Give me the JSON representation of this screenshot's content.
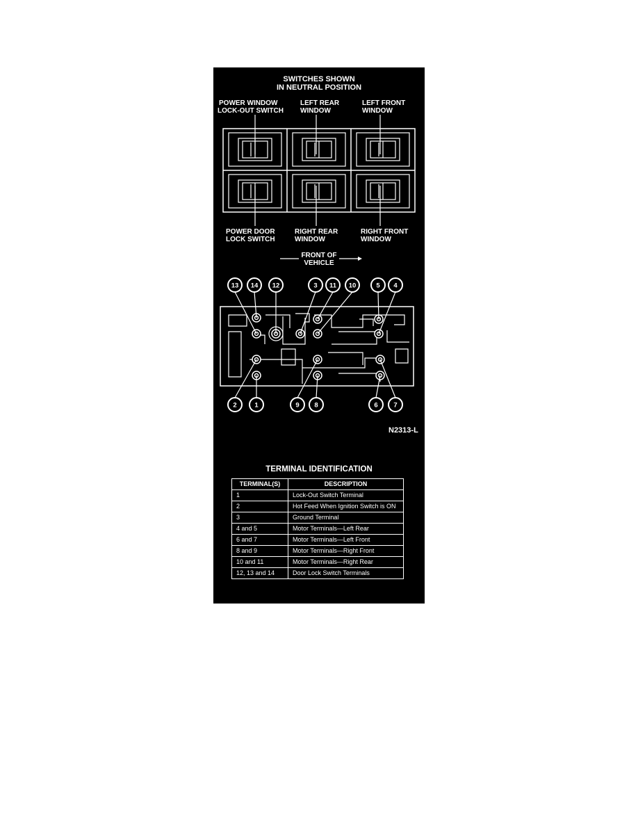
{
  "title_lines": [
    "SWITCHES SHOWN",
    "IN NEUTRAL POSITION"
  ],
  "switch_labels": {
    "power_window_lockout": [
      "POWER WINDOW",
      "LOCK-OUT SWITCH"
    ],
    "left_rear": [
      "LEFT REAR",
      "WINDOW"
    ],
    "left_front": [
      "LEFT FRONT",
      "WINDOW"
    ],
    "power_door_lock": [
      "POWER DOOR",
      "LOCK SWITCH"
    ],
    "right_rear": [
      "RIGHT REAR",
      "WINDOW"
    ],
    "right_front": [
      "RIGHT FRONT",
      "WINDOW"
    ]
  },
  "front_of_vehicle": [
    "FRONT OF",
    "VEHICLE"
  ],
  "terminal_callouts_top": [
    "13",
    "14",
    "12",
    "3",
    "11",
    "10",
    "5",
    "4"
  ],
  "terminal_callouts_bottom": [
    "2",
    "1",
    "9",
    "8",
    "6",
    "7"
  ],
  "figure_code": "N2313-L",
  "table": {
    "title": "TERMINAL IDENTIFICATION",
    "headers": [
      "TERMINAL(S)",
      "DESCRIPTION"
    ],
    "rows": [
      [
        "1",
        "Lock-Out Switch Terminal"
      ],
      [
        "2",
        "Hot Feed When Ignition Switch is ON"
      ],
      [
        "3",
        "Ground Terminal"
      ],
      [
        "4 and 5",
        "Motor Terminals—Left Rear"
      ],
      [
        "6 and 7",
        "Motor Terminals—Left Front"
      ],
      [
        "8 and 9",
        "Motor Terminals—Right Front"
      ],
      [
        "10 and 11",
        "Motor Terminals—Right Rear"
      ],
      [
        "12, 13 and 14",
        "Door Lock Switch Terminals"
      ]
    ]
  }
}
